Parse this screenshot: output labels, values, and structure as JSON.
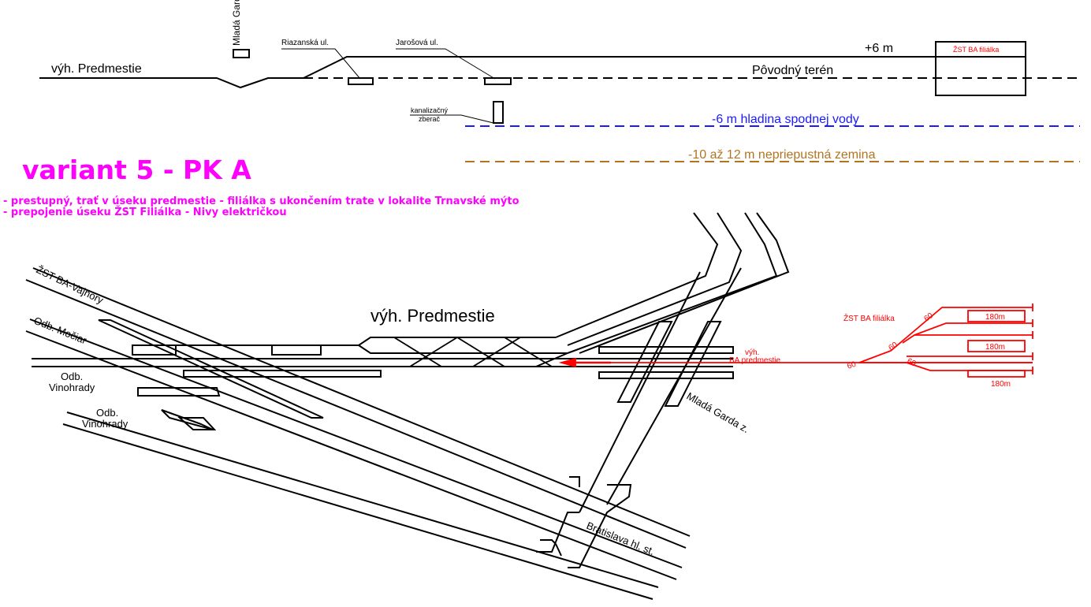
{
  "colors": {
    "line": "#000000",
    "accent": "#ff00ff",
    "water": "#1a1aff",
    "soil": "#b3741f",
    "new_line": "#ff0000"
  },
  "profile": {
    "station_left": "výh. Predmestie",
    "stop_mlada": "Mladá Garda z.",
    "riazanska": "Riazanská ul.",
    "jarosova": "Jarošová ul.",
    "plus6": "+6 m",
    "station_right": "ŽST BA filiálka",
    "terrain": "Pôvodný terén",
    "sewer": [
      "kanalizačný",
      "zberač"
    ],
    "groundwater": "-6 m hladina spodnej vody",
    "soil": "-10 až 12 m nepriepustná zemina"
  },
  "variant": {
    "title": "variant 5 - PK A",
    "line1": "- prestupný, trať v úseku predmestie - filiálka s ukončením trate v lokalite Trnavské mýto",
    "line2": "- prepojenie úseku ŽST Filiálka - Nivy električkou"
  },
  "plan": {
    "vajnory": "ŽST BA-Vajnory",
    "mociar": "Odb. Močiar",
    "vinohrady1": [
      "Odb.",
      "Vinohrady"
    ],
    "vinohrady2": [
      "Odb.",
      "Vinohrady"
    ],
    "predmestie": "výh. Predmestie",
    "mlada": "Mladá Garda z.",
    "bratislava": "Bratislava hl. st.",
    "filialka": "ŽST BA filiálka",
    "vyh_lines": [
      "výh.",
      "BA predmestie"
    ],
    "speeds": [
      "60",
      "60",
      "60",
      "60"
    ],
    "platforms": [
      "180m",
      "180m",
      "180m"
    ]
  }
}
